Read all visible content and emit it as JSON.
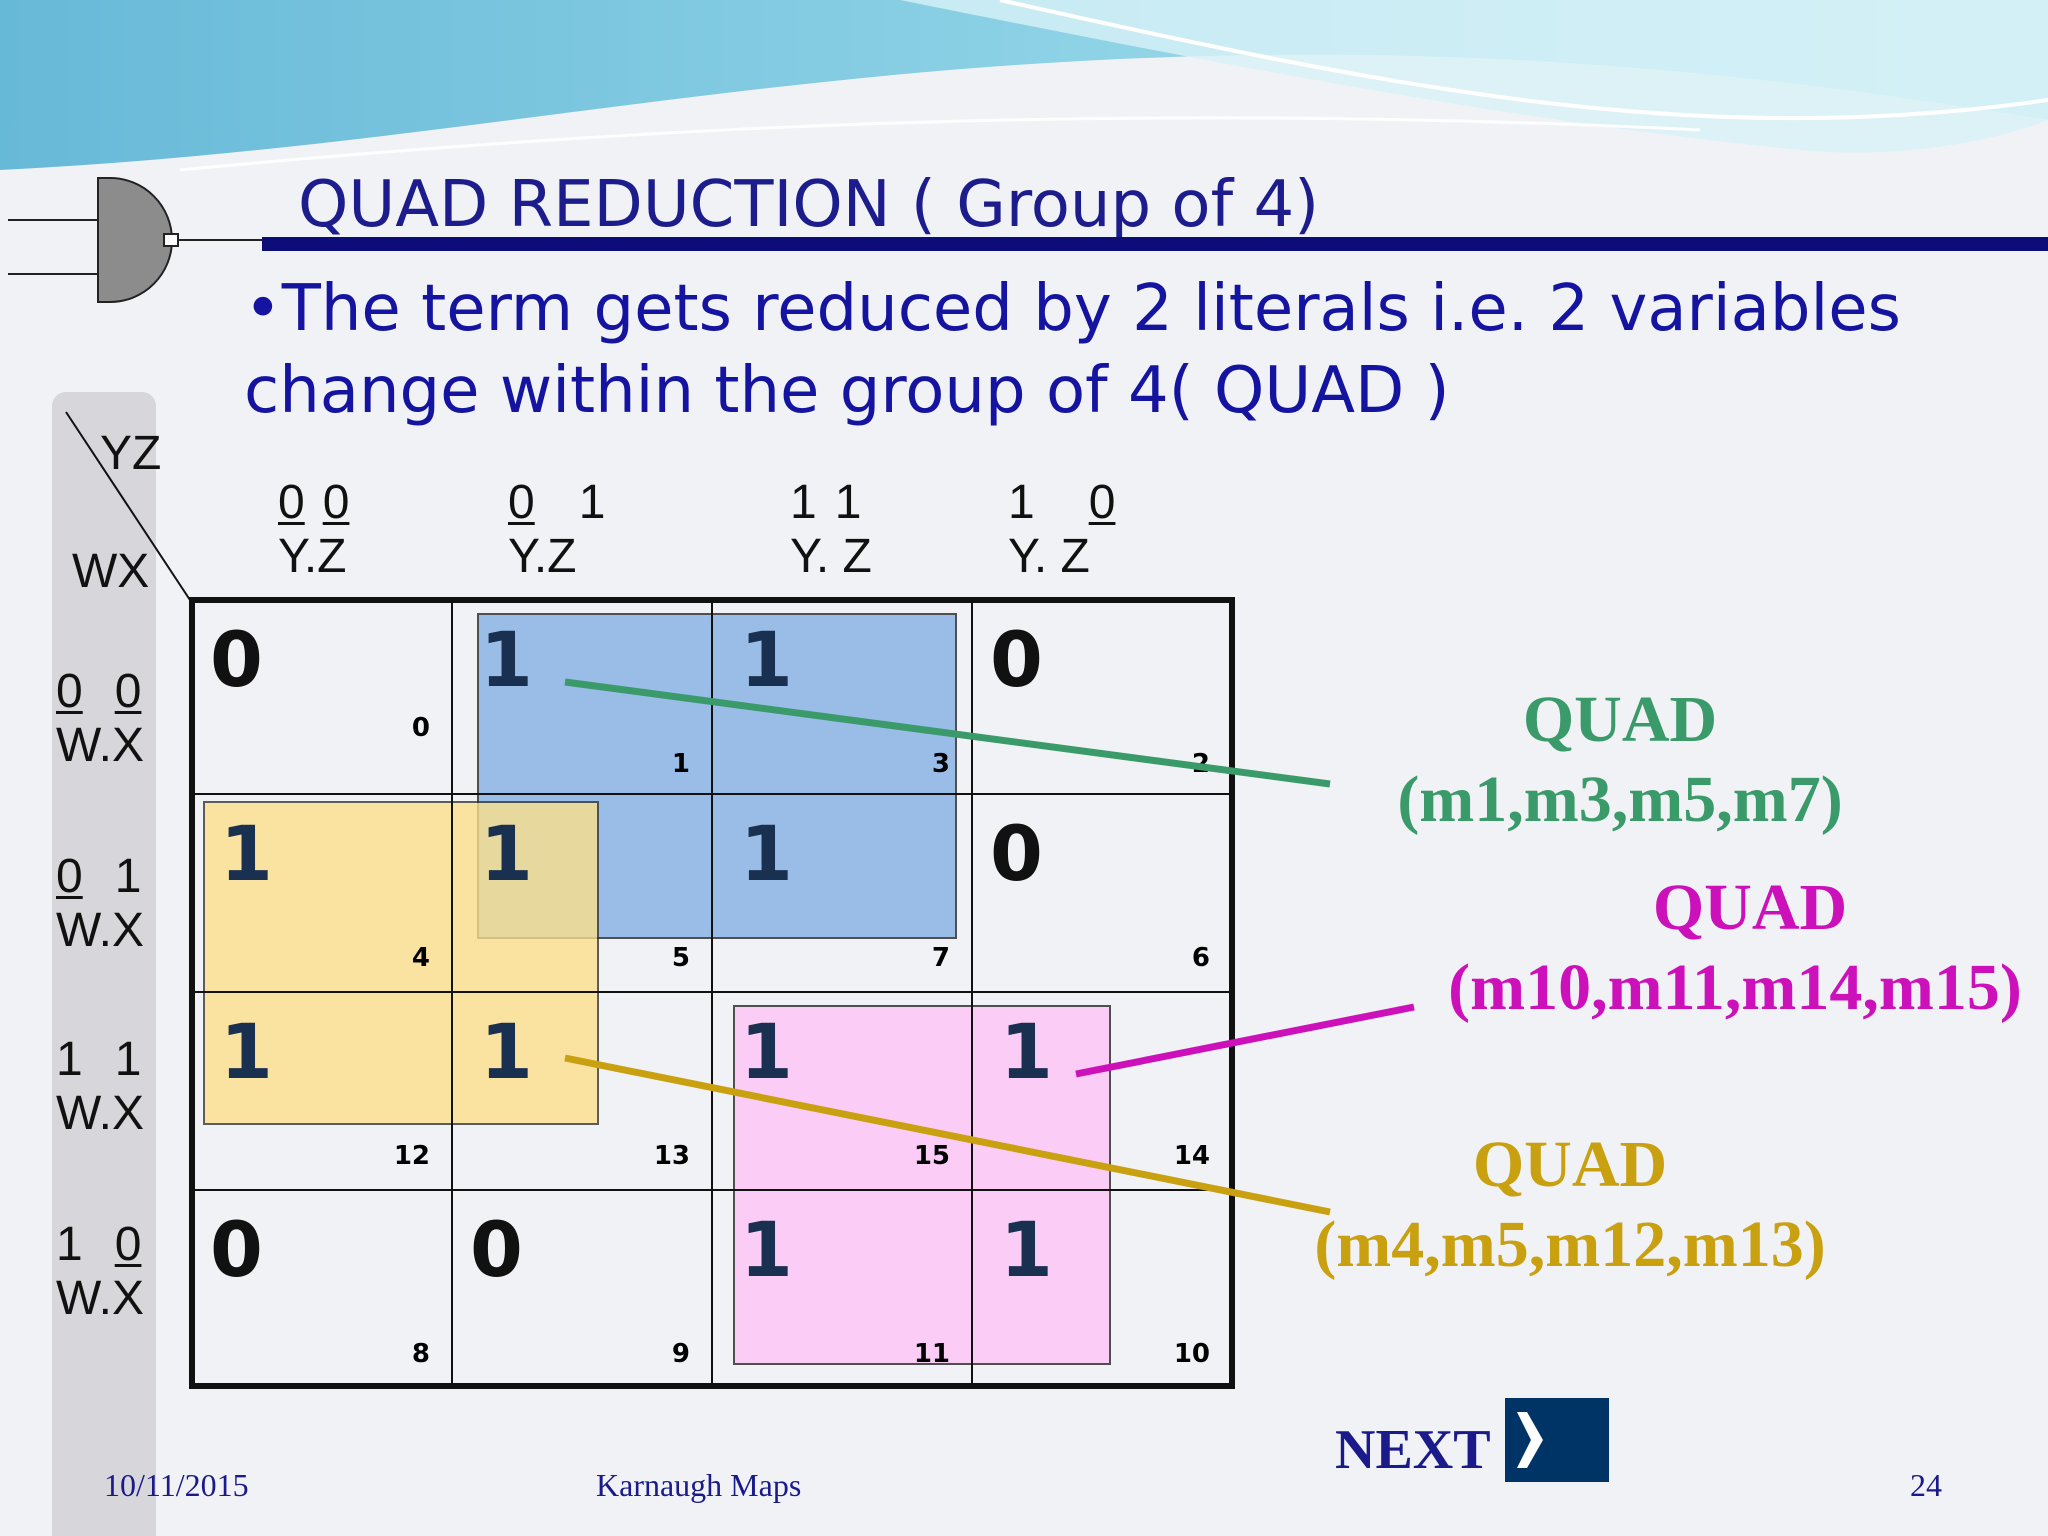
{
  "slide": {
    "title": "QUAD REDUCTION ( Group of 4)",
    "bullet_line1": "•The term gets reduced by 2 literals i.e. 2 variables",
    "bullet_line2": "change within the group of 4( QUAD )"
  },
  "kmap": {
    "corner_top": "YZ",
    "corner_bottom": "WX",
    "col_headers": [
      {
        "bits": [
          "0",
          "0"
        ],
        "bars": [
          true,
          true
        ],
        "expr": [
          "Y",
          ".",
          "Z"
        ]
      },
      {
        "bits": [
          "0",
          "1"
        ],
        "bars": [
          true,
          false
        ],
        "expr": [
          "Y",
          ".",
          "Z"
        ]
      },
      {
        "bits": [
          "1",
          "1"
        ],
        "bars": [
          false,
          false
        ],
        "expr": [
          "Y",
          ". ",
          "Z"
        ]
      },
      {
        "bits": [
          "1",
          "0"
        ],
        "bars": [
          false,
          true
        ],
        "expr": [
          "Y",
          ". ",
          "Z"
        ]
      }
    ],
    "row_headers": [
      {
        "bits": [
          "0",
          "0"
        ],
        "bars": [
          true,
          true
        ],
        "expr": [
          "W",
          ".",
          "X"
        ]
      },
      {
        "bits": [
          "0",
          "1"
        ],
        "bars": [
          true,
          false
        ],
        "expr": [
          "W",
          ".",
          "X"
        ]
      },
      {
        "bits": [
          "1",
          "1"
        ],
        "bars": [
          false,
          false
        ],
        "expr": [
          "W",
          ".",
          "X"
        ]
      },
      {
        "bits": [
          "1",
          "0"
        ],
        "bars": [
          false,
          true
        ],
        "expr": [
          "W",
          ".",
          "X"
        ]
      }
    ],
    "cells": [
      [
        {
          "v": "0",
          "m": "0"
        },
        {
          "v": "1",
          "m": "1"
        },
        {
          "v": "1",
          "m": "3"
        },
        {
          "v": "0",
          "m": "2"
        }
      ],
      [
        {
          "v": "1",
          "m": "4"
        },
        {
          "v": "1",
          "m": "5"
        },
        {
          "v": "1",
          "m": "7"
        },
        {
          "v": "0",
          "m": "6"
        }
      ],
      [
        {
          "v": "1",
          "m": "12"
        },
        {
          "v": "1",
          "m": "13"
        },
        {
          "v": "1",
          "m": "15"
        },
        {
          "v": "1",
          "m": "14"
        }
      ],
      [
        {
          "v": "0",
          "m": "8"
        },
        {
          "v": "0",
          "m": "9"
        },
        {
          "v": "1",
          "m": "11"
        },
        {
          "v": "1",
          "m": "10"
        }
      ]
    ]
  },
  "groups": [
    {
      "label": "QUAD",
      "terms": "(m1,m3,m5,m7)",
      "color": "#3a9a6a",
      "fill": "#8cb4e6"
    },
    {
      "label": "QUAD",
      "terms": "(m10,m11,m14,m15)",
      "color": "#cc11bb",
      "fill": "#fcc6f6"
    },
    {
      "label": "QUAD",
      "terms": "(m4,m5,m12,m13)",
      "color": "#c9a010",
      "fill": "#fde08a"
    }
  ],
  "footer": {
    "date": "10/11/2015",
    "center": "Karnaugh Maps",
    "page": "24",
    "next": "NEXT"
  }
}
